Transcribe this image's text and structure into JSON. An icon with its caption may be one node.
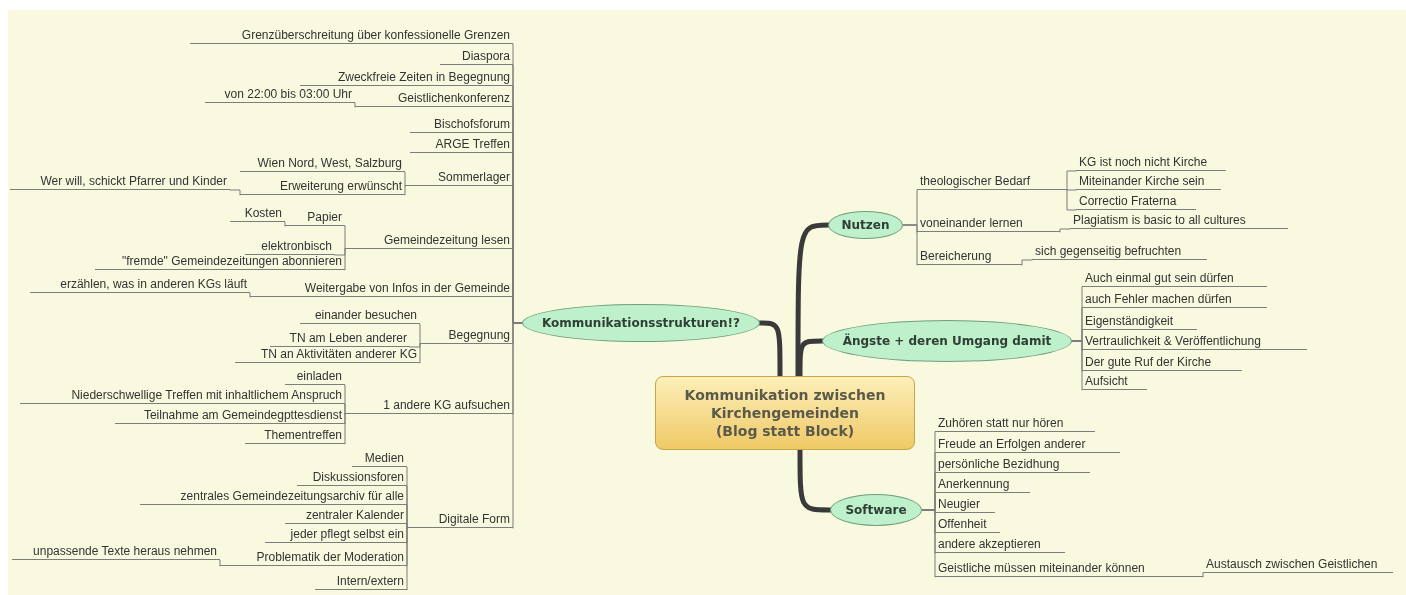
{
  "diagram": {
    "nodes": [
      {
        "text": [
          "Kommunikation zwischen Kirchengemeinden (Blog statt Block)"
        ]
      },
      {
        "text": [
          "Kommunikationsstrukturen!?"
        ]
      },
      {
        "text": [
          "Grenzüberschreitung über konfessionelle Grenzen"
        ]
      },
      {
        "text": [
          "Diaspora"
        ]
      },
      {
        "text": [
          "Zweckfreie Zeiten in Begegnung"
        ]
      },
      {
        "text": [
          "Geistlichenkonferenz"
        ]
      },
      {
        "text": [
          "von 22:00 bis 03:00 Uhr"
        ]
      },
      {
        "text": [
          "Bischofsforum"
        ]
      },
      {
        "text": [
          "ARGE Treffen"
        ]
      },
      {
        "text": [
          "Sommerlager"
        ]
      },
      {
        "text": [
          "Wien Nord, West, Salzburg"
        ]
      },
      {
        "text": [
          "Erweiterung erwünscht"
        ]
      },
      {
        "text": [
          "Wer will, schickt Pfarrer und Kinder"
        ]
      },
      {
        "text": [
          "Gemeindezeitung lesen"
        ]
      },
      {
        "text": [
          "Papier"
        ]
      },
      {
        "text": [
          "Kosten"
        ]
      },
      {
        "text": [
          "elektronbisch"
        ]
      },
      {
        "text": [
          "\"fremde\" Gemeindezeitungen abonnieren"
        ]
      },
      {
        "text": [
          "Weitergabe von Infos in der Gemeinde"
        ]
      },
      {
        "text": [
          "erzählen, was in anderen KGs läuft"
        ]
      },
      {
        "text": [
          "Begegnung"
        ]
      },
      {
        "text": [
          "einander besuchen"
        ]
      },
      {
        "text": [
          "TN am Leben anderer"
        ]
      },
      {
        "text": [
          "TN an Aktivitäten anderer KG"
        ]
      },
      {
        "text": [
          "1 andere KG aufsuchen"
        ]
      },
      {
        "text": [
          "einladen"
        ]
      },
      {
        "text": [
          "Niederschwellige Treffen mit inhaltlichem Anspruch"
        ]
      },
      {
        "text": [
          "Teilnahme am Gemeindegpttesdienst"
        ]
      },
      {
        "text": [
          "Thementreffen"
        ]
      },
      {
        "text": [
          "Digitale Form"
        ]
      },
      {
        "text": [
          "Medien"
        ]
      },
      {
        "text": [
          "Diskussionsforen"
        ]
      },
      {
        "text": [
          "zentrales Gemeindezeitungsarchiv für alle"
        ]
      },
      {
        "text": [
          "zentraler Kalender"
        ]
      },
      {
        "text": [
          "jeder pflegt selbst ein"
        ]
      },
      {
        "text": [
          "Problematik der Moderation"
        ]
      },
      {
        "text": [
          "unpassende Texte heraus nehmen"
        ]
      },
      {
        "text": [
          "Intern/extern"
        ]
      },
      {
        "text": [
          "Nutzen"
        ]
      },
      {
        "text": [
          "theologischer Bedarf"
        ]
      },
      {
        "text": [
          "KG ist noch nicht Kirche"
        ]
      },
      {
        "text": [
          "Miteinander Kirche sein"
        ]
      },
      {
        "text": [
          "Correctio Fraterna"
        ]
      },
      {
        "text": [
          "voneinander lernen"
        ]
      },
      {
        "text": [
          "Plagiatism is basic to all cultures"
        ]
      },
      {
        "text": [
          "Bereicherung"
        ]
      },
      {
        "text": [
          "sich gegenseitig befruchten"
        ]
      },
      {
        "text": [
          "Ängste + deren Umgang damit"
        ]
      },
      {
        "text": [
          "Auch einmal gut sein dürfen"
        ]
      },
      {
        "text": [
          "auch Fehler machen dürfen"
        ]
      },
      {
        "text": [
          "Eigenständigkeit"
        ]
      },
      {
        "text": [
          "Vertraulichkeit & Veröffentlichung"
        ]
      },
      {
        "text": [
          "Der gute Ruf der Kirche"
        ]
      },
      {
        "text": [
          "Aufsicht"
        ]
      },
      {
        "text": [
          "Software"
        ]
      },
      {
        "text": [
          "Zuhören statt nur hören"
        ]
      },
      {
        "text": [
          "Freude an Erfolgen anderer"
        ]
      },
      {
        "text": [
          "persönliche Bezidhung"
        ]
      },
      {
        "text": [
          "Anerkennung"
        ]
      },
      {
        "text": [
          "Neugier"
        ]
      },
      {
        "text": [
          "Offenheit"
        ]
      },
      {
        "text": [
          "andere akzeptieren"
        ]
      },
      {
        "text": [
          "Geistliche müssen miteinander können"
        ]
      },
      {
        "text": [
          "Austausch zwischen Geistlichen"
        ]
      }
    ],
    "edges": [
      {
        "from": 0,
        "to": 1,
        "arrow": "none",
        "style": "thick",
        "color": "#3a3a3a"
      },
      {
        "from": 0,
        "to": 38,
        "arrow": "none",
        "style": "thick",
        "color": "#3a3a3a"
      },
      {
        "from": 0,
        "to": 47,
        "arrow": "none",
        "style": "thick",
        "color": "#3a3a3a"
      },
      {
        "from": 0,
        "to": 54,
        "arrow": "none",
        "style": "thick",
        "color": "#3a3a3a"
      },
      {
        "from": 1,
        "to": 2,
        "arrow": "none"
      },
      {
        "from": 1,
        "to": 3,
        "arrow": "none"
      },
      {
        "from": 1,
        "to": 4,
        "arrow": "none"
      },
      {
        "from": 1,
        "to": 5,
        "arrow": "none"
      },
      {
        "from": 5,
        "to": 6,
        "arrow": "none"
      },
      {
        "from": 1,
        "to": 7,
        "arrow": "none"
      },
      {
        "from": 1,
        "to": 8,
        "arrow": "none"
      },
      {
        "from": 1,
        "to": 9,
        "arrow": "none"
      },
      {
        "from": 9,
        "to": 10,
        "arrow": "none"
      },
      {
        "from": 9,
        "to": 11,
        "arrow": "none"
      },
      {
        "from": 11,
        "to": 12,
        "arrow": "none"
      },
      {
        "from": 1,
        "to": 13,
        "arrow": "none"
      },
      {
        "from": 13,
        "to": 14,
        "arrow": "none"
      },
      {
        "from": 14,
        "to": 15,
        "arrow": "none"
      },
      {
        "from": 13,
        "to": 16,
        "arrow": "none"
      },
      {
        "from": 13,
        "to": 17,
        "arrow": "none"
      },
      {
        "from": 1,
        "to": 18,
        "arrow": "none"
      },
      {
        "from": 18,
        "to": 19,
        "arrow": "none"
      },
      {
        "from": 1,
        "to": 20,
        "arrow": "none"
      },
      {
        "from": 20,
        "to": 21,
        "arrow": "none"
      },
      {
        "from": 20,
        "to": 22,
        "arrow": "none"
      },
      {
        "from": 20,
        "to": 23,
        "arrow": "none"
      },
      {
        "from": 1,
        "to": 24,
        "arrow": "none"
      },
      {
        "from": 24,
        "to": 25,
        "arrow": "none"
      },
      {
        "from": 24,
        "to": 26,
        "arrow": "none"
      },
      {
        "from": 24,
        "to": 27,
        "arrow": "none"
      },
      {
        "from": 24,
        "to": 28,
        "arrow": "none"
      },
      {
        "from": 1,
        "to": 29,
        "arrow": "none"
      },
      {
        "from": 29,
        "to": 30,
        "arrow": "none"
      },
      {
        "from": 29,
        "to": 31,
        "arrow": "none"
      },
      {
        "from": 29,
        "to": 32,
        "arrow": "none"
      },
      {
        "from": 29,
        "to": 33,
        "arrow": "none"
      },
      {
        "from": 29,
        "to": 34,
        "arrow": "none"
      },
      {
        "from": 29,
        "to": 35,
        "arrow": "none"
      },
      {
        "from": 35,
        "to": 36,
        "arrow": "none"
      },
      {
        "from": 29,
        "to": 37,
        "arrow": "none"
      },
      {
        "from": 38,
        "to": 39,
        "arrow": "none"
      },
      {
        "from": 39,
        "to": 40,
        "arrow": "none"
      },
      {
        "from": 39,
        "to": 41,
        "arrow": "none"
      },
      {
        "from": 39,
        "to": 42,
        "arrow": "none"
      },
      {
        "from": 38,
        "to": 43,
        "arrow": "none"
      },
      {
        "from": 43,
        "to": 44,
        "arrow": "none"
      },
      {
        "from": 38,
        "to": 45,
        "arrow": "none"
      },
      {
        "from": 45,
        "to": 46,
        "arrow": "none"
      },
      {
        "from": 47,
        "to": 48,
        "arrow": "none"
      },
      {
        "from": 47,
        "to": 49,
        "arrow": "none"
      },
      {
        "from": 47,
        "to": 50,
        "arrow": "none"
      },
      {
        "from": 47,
        "to": 51,
        "arrow": "none"
      },
      {
        "from": 47,
        "to": 52,
        "arrow": "none"
      },
      {
        "from": 47,
        "to": 53,
        "arrow": "none"
      },
      {
        "from": 54,
        "to": 55,
        "arrow": "none"
      },
      {
        "from": 54,
        "to": 56,
        "arrow": "none"
      },
      {
        "from": 54,
        "to": 57,
        "arrow": "none"
      },
      {
        "from": 54,
        "to": 58,
        "arrow": "none"
      },
      {
        "from": 54,
        "to": 59,
        "arrow": "none"
      },
      {
        "from": 54,
        "to": 60,
        "arrow": "none"
      },
      {
        "from": 54,
        "to": 61,
        "arrow": "none"
      },
      {
        "from": 54,
        "to": 62,
        "arrow": "none"
      },
      {
        "from": 62,
        "to": 63,
        "arrow": "none"
      }
    ]
  }
}
